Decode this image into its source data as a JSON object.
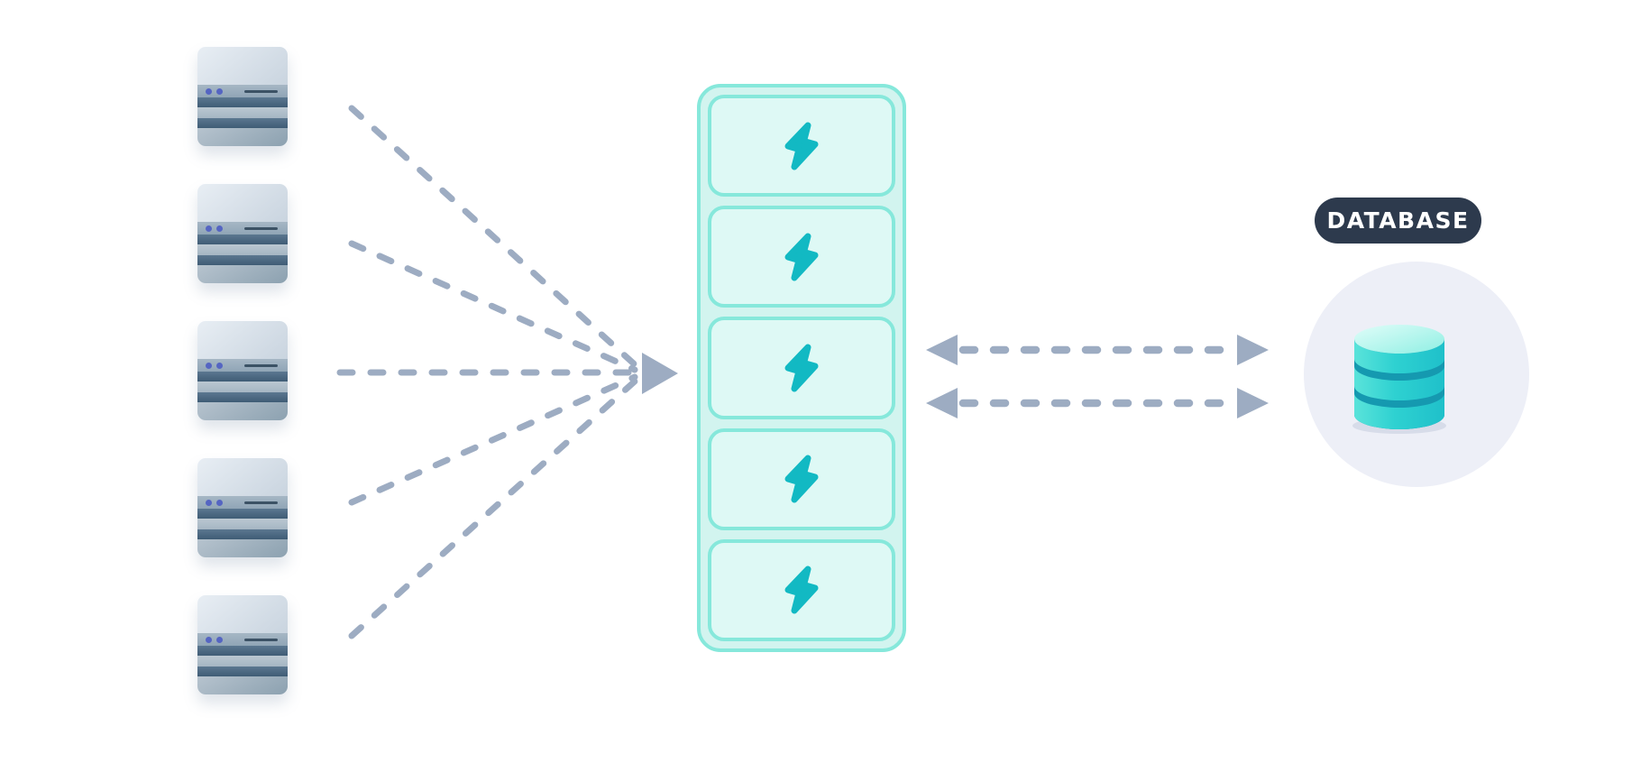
{
  "diagram": {
    "type": "connection-pooling-architecture",
    "servers": {
      "count": 5,
      "icon": "server-icon"
    },
    "connection_pool": {
      "slot_count": 5,
      "slot_icon": "lightning-bolt-icon"
    },
    "database": {
      "badge_label": "DATABASE",
      "icon": "database-cylinder-icon"
    },
    "connections": {
      "fan_in_dashed_lines": 5,
      "pool_to_database_bidirectional_arrows": 2
    },
    "colors": {
      "pool-border": "#86e8db",
      "pool-bg": "#d2f4ef",
      "cell-bg": "#def9f5",
      "bolt": "#12b9c3",
      "connector": "#9dacc2",
      "badge-bg": "#2d3a4d",
      "badge-text": "#ffffff",
      "circle-bg": "#edeff7",
      "cylinder-dark": "#1599b0",
      "cylinder-body-light": "#5ae3da",
      "cylinder-body-mid": "#2ed1d1",
      "cylinder-body-deep": "#1fc0ca",
      "cylinder-top-light": "#e0fdf9",
      "cylinder-top-mint": "#8fefe3",
      "server-dot": "#5565c2"
    }
  }
}
